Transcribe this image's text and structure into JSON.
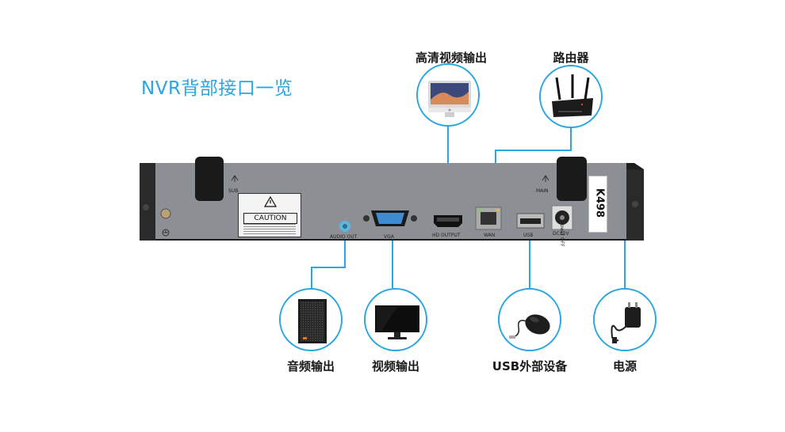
{
  "title": "NVR背部接口一览",
  "devices": {
    "hdmi": "高清视频输出",
    "router": "路由器",
    "speaker": "音频输出",
    "monitor": "视频输出",
    "usb": "USB外部设备",
    "power": "电源"
  },
  "panel": {
    "caution": "CAUTION",
    "sub": "SUB",
    "main": "MAIN",
    "audio_out": "AUDIO OUT",
    "vga": "VGA",
    "hd_output": "HD OUTPUT",
    "wan": "WAN",
    "usb": "USB",
    "dc12v": "DC12V",
    "power_switch": "Power  OFF",
    "model": "K498"
  },
  "colors": {
    "accent": "#2aa6e0",
    "chassis": "#1e1e1e",
    "panel": "#8c8f93"
  }
}
